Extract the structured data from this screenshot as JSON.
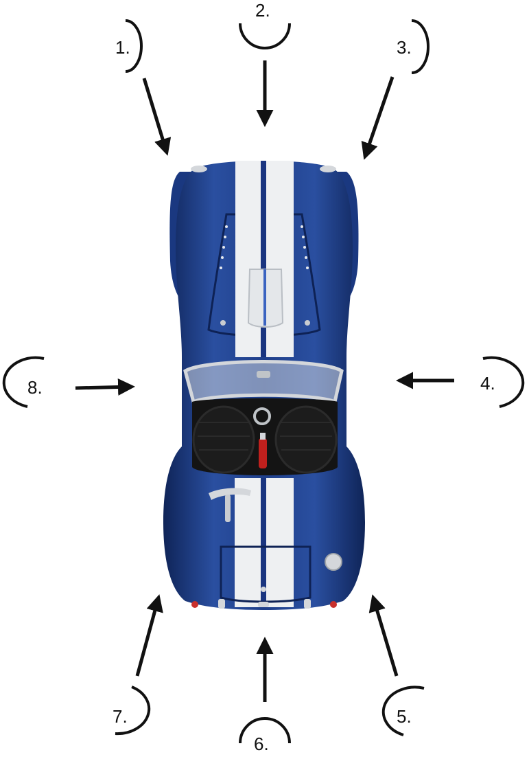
{
  "diagram": {
    "subject": "car-top-view",
    "colors": {
      "body": "#1f3f8a",
      "body_dark": "#0f2458",
      "body_light": "#3b63b8",
      "stripe": "#eef0f2",
      "stripe_line": "#1a3580",
      "interior": "#141414",
      "chrome": "#d4d7db",
      "ink": "#111111"
    },
    "viewpoints": [
      {
        "label": "1."
      },
      {
        "label": "2."
      },
      {
        "label": "3."
      },
      {
        "label": "4."
      },
      {
        "label": "5."
      },
      {
        "label": "6."
      },
      {
        "label": "7."
      },
      {
        "label": "8."
      }
    ]
  }
}
